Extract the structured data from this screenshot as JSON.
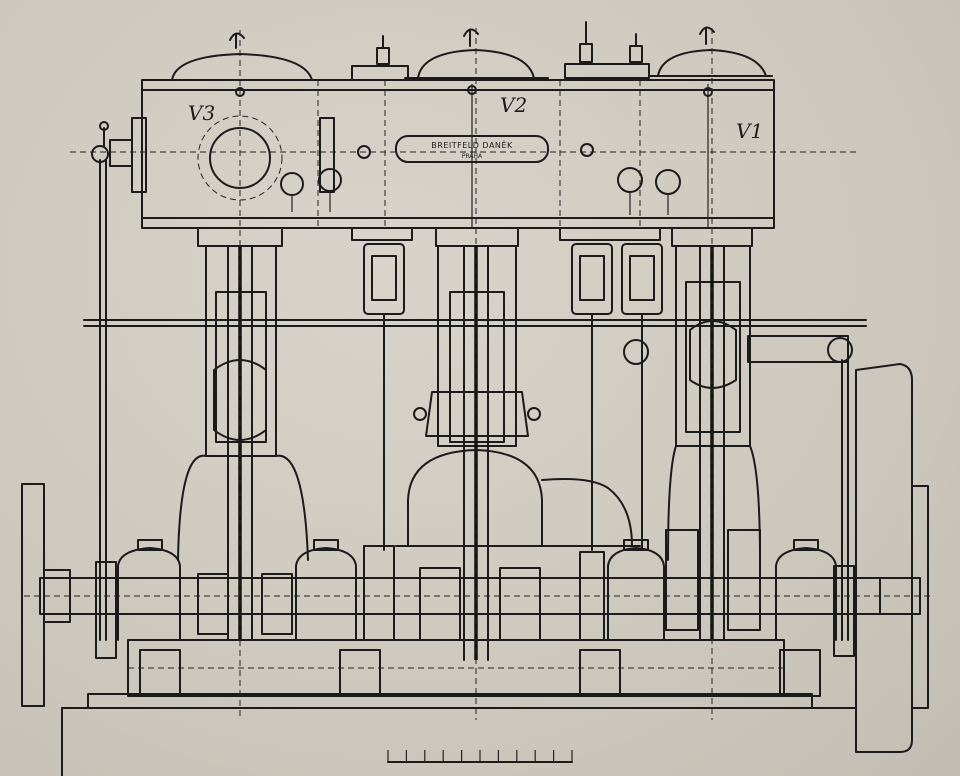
{
  "diagram": {
    "cylinder_labels": {
      "left": "V3",
      "middle": "V2",
      "right": "V1"
    },
    "makers_plate": {
      "line1": "BREITFELD DANĚK",
      "line2": "PRAHA"
    },
    "scale_bar_divisions": 10,
    "colors": {
      "paper": "#cfcac0",
      "ink": "#1b1b1b"
    }
  }
}
